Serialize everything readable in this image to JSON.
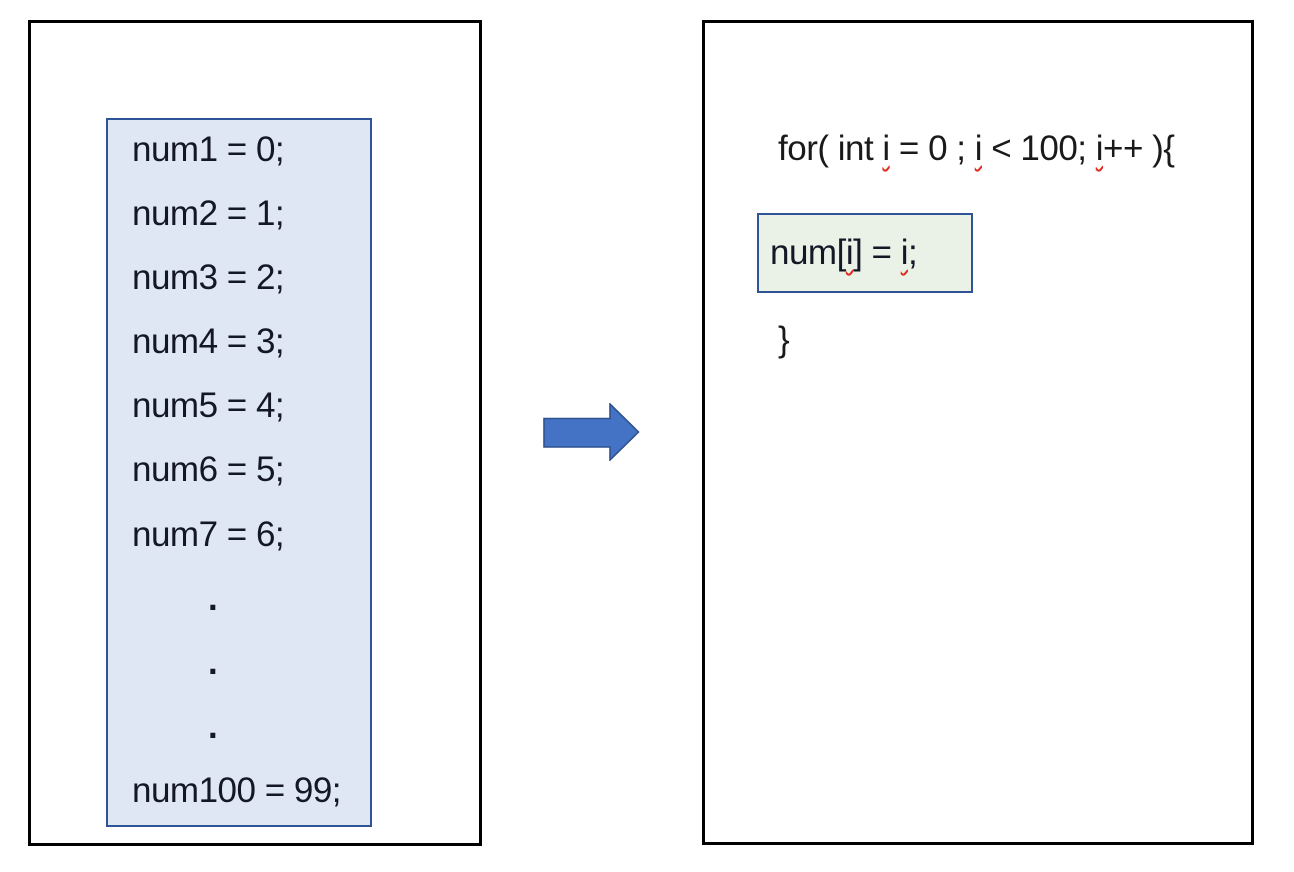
{
  "diagram": {
    "description_colors": {
      "outer_border": "#000000",
      "inner_border": "#2f5496",
      "variable_box_fill": "#dfe6f4",
      "loop_body_fill": "#eaf1e6",
      "arrow_fill": "#4472c4",
      "arrow_border": "#2f528f",
      "squiggle_red": "#e02b20",
      "left_text": "#131726",
      "right_text": "#1a1a1a"
    },
    "left_panel": {
      "assignments": [
        "num1 = 0;",
        "num2 = 1;",
        "num3 = 2;",
        "num4 = 3;",
        "num5 = 4;",
        "num6 = 5;",
        "num7 = 6;"
      ],
      "dots": [
        ".",
        ".",
        "."
      ],
      "last_assignment": "num100 = 99;"
    },
    "arrow": {
      "direction": "right"
    },
    "right_panel": {
      "for_line": {
        "segments": [
          {
            "t": "for( int "
          },
          {
            "t": "i",
            "sq": true
          },
          {
            "t": " = 0 ; "
          },
          {
            "t": "i",
            "sq": true
          },
          {
            "t": " < 100; "
          },
          {
            "t": "i",
            "sq": true
          },
          {
            "t": "++ ){"
          }
        ]
      },
      "body_line": {
        "segments": [
          {
            "t": "num["
          },
          {
            "t": "i",
            "sq": true
          },
          {
            "t": "] = "
          },
          {
            "t": "i",
            "sq": true
          },
          {
            "t": ";"
          }
        ]
      },
      "close_line": "}"
    }
  }
}
